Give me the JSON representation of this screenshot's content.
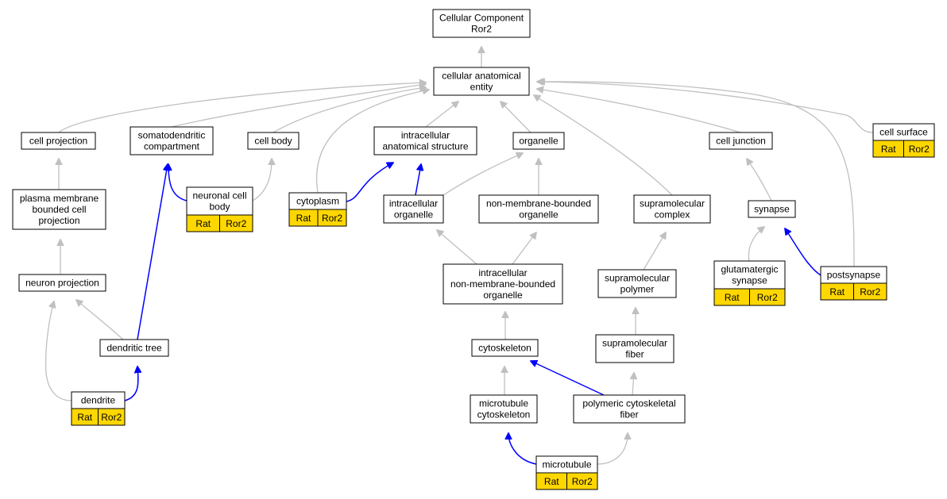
{
  "diagram": {
    "colors": {
      "annotation": "#ffd700",
      "is_a_edge": "#c0c0c0",
      "part_of_edge": "#0000ff"
    },
    "nodes": [
      {
        "id": "root",
        "lines": [
          "Cellular Component",
          "Ror2"
        ]
      },
      {
        "id": "cae",
        "lines": [
          "cellular anatomical",
          "entity"
        ]
      },
      {
        "id": "cellproj",
        "lines": [
          "cell projection"
        ]
      },
      {
        "id": "somato",
        "lines": [
          "somatodendritic",
          "compartment"
        ]
      },
      {
        "id": "cellbody",
        "lines": [
          "cell body"
        ]
      },
      {
        "id": "ias",
        "lines": [
          "intracellular",
          "anatomical structure"
        ]
      },
      {
        "id": "organelle",
        "lines": [
          "organelle"
        ]
      },
      {
        "id": "celljunction",
        "lines": [
          "cell junction"
        ]
      },
      {
        "id": "cellsurface",
        "lines": [
          "cell surface"
        ],
        "annot": [
          "Rat",
          "Ror2"
        ]
      },
      {
        "id": "pmbcp",
        "lines": [
          "plasma membrane",
          "bounded cell",
          "projection"
        ]
      },
      {
        "id": "ncb",
        "lines": [
          "neuronal cell",
          "body"
        ],
        "annot": [
          "Rat",
          "Ror2"
        ]
      },
      {
        "id": "cytoplasm",
        "lines": [
          "cytoplasm"
        ],
        "annot": [
          "Rat",
          "Ror2"
        ]
      },
      {
        "id": "intorg",
        "lines": [
          "intracellular",
          "organelle"
        ]
      },
      {
        "id": "nmbo",
        "lines": [
          "non-membrane-bounded",
          "organelle"
        ]
      },
      {
        "id": "smcomplex",
        "lines": [
          "supramolecular",
          "complex"
        ]
      },
      {
        "id": "synapse",
        "lines": [
          "synapse"
        ]
      },
      {
        "id": "neuronproj",
        "lines": [
          "neuron projection"
        ]
      },
      {
        "id": "inmbo",
        "lines": [
          "intracellular",
          "non-membrane-bounded",
          "organelle"
        ]
      },
      {
        "id": "smpolymer",
        "lines": [
          "supramolecular",
          "polymer"
        ]
      },
      {
        "id": "glut",
        "lines": [
          "glutamatergic",
          "synapse"
        ],
        "annot": [
          "Rat",
          "Ror2"
        ]
      },
      {
        "id": "postsyn",
        "lines": [
          "postsynapse"
        ],
        "annot": [
          "Rat",
          "Ror2"
        ]
      },
      {
        "id": "dtree",
        "lines": [
          "dendritic tree"
        ]
      },
      {
        "id": "cytoskeleton",
        "lines": [
          "cytoskeleton"
        ]
      },
      {
        "id": "smfiber",
        "lines": [
          "supramolecular",
          "fiber"
        ]
      },
      {
        "id": "dendrite",
        "lines": [
          "dendrite"
        ],
        "annot": [
          "Rat",
          "Ror2"
        ]
      },
      {
        "id": "mtcyto",
        "lines": [
          "microtubule",
          "cytoskeleton"
        ]
      },
      {
        "id": "pcf",
        "lines": [
          "polymeric cytoskeletal",
          "fiber"
        ]
      },
      {
        "id": "microtubule",
        "lines": [
          "microtubule"
        ],
        "annot": [
          "Rat",
          "Ror2"
        ]
      }
    ],
    "edges": [
      {
        "from": "cae",
        "to": "root",
        "type": "is_a"
      },
      {
        "from": "cellproj",
        "to": "cae",
        "type": "is_a"
      },
      {
        "from": "somato",
        "to": "cae",
        "type": "is_a"
      },
      {
        "from": "cellbody",
        "to": "cae",
        "type": "is_a"
      },
      {
        "from": "ias",
        "to": "cae",
        "type": "is_a"
      },
      {
        "from": "organelle",
        "to": "cae",
        "type": "is_a"
      },
      {
        "from": "celljunction",
        "to": "cae",
        "type": "is_a"
      },
      {
        "from": "cellsurface",
        "to": "cae",
        "type": "is_a"
      },
      {
        "from": "cytoplasm",
        "to": "cae",
        "type": "is_a"
      },
      {
        "from": "smcomplex",
        "to": "cae",
        "type": "is_a"
      },
      {
        "from": "postsyn",
        "to": "cae",
        "type": "is_a"
      },
      {
        "from": "pmbcp",
        "to": "cellproj",
        "type": "is_a"
      },
      {
        "from": "ncb",
        "to": "somato",
        "type": "part_of"
      },
      {
        "from": "ncb",
        "to": "cellbody",
        "type": "is_a"
      },
      {
        "from": "cytoplasm",
        "to": "ias",
        "type": "part_of"
      },
      {
        "from": "intorg",
        "to": "ias",
        "type": "part_of"
      },
      {
        "from": "intorg",
        "to": "organelle",
        "type": "is_a"
      },
      {
        "from": "nmbo",
        "to": "organelle",
        "type": "is_a"
      },
      {
        "from": "synapse",
        "to": "celljunction",
        "type": "is_a"
      },
      {
        "from": "neuronproj",
        "to": "pmbcp",
        "type": "is_a"
      },
      {
        "from": "inmbo",
        "to": "intorg",
        "type": "is_a"
      },
      {
        "from": "inmbo",
        "to": "nmbo",
        "type": "is_a"
      },
      {
        "from": "smpolymer",
        "to": "smcomplex",
        "type": "is_a"
      },
      {
        "from": "glut",
        "to": "synapse",
        "type": "is_a"
      },
      {
        "from": "postsyn",
        "to": "synapse",
        "type": "part_of"
      },
      {
        "from": "dtree",
        "to": "neuronproj",
        "type": "is_a"
      },
      {
        "from": "dtree",
        "to": "somato",
        "type": "part_of"
      },
      {
        "from": "cytoskeleton",
        "to": "inmbo",
        "type": "is_a"
      },
      {
        "from": "smfiber",
        "to": "smpolymer",
        "type": "is_a"
      },
      {
        "from": "dendrite",
        "to": "neuronproj",
        "type": "is_a"
      },
      {
        "from": "dendrite",
        "to": "dtree",
        "type": "part_of"
      },
      {
        "from": "mtcyto",
        "to": "cytoskeleton",
        "type": "is_a"
      },
      {
        "from": "pcf",
        "to": "cytoskeleton",
        "type": "part_of"
      },
      {
        "from": "pcf",
        "to": "smfiber",
        "type": "is_a"
      },
      {
        "from": "microtubule",
        "to": "mtcyto",
        "type": "part_of"
      },
      {
        "from": "microtubule",
        "to": "pcf",
        "type": "is_a"
      }
    ]
  }
}
